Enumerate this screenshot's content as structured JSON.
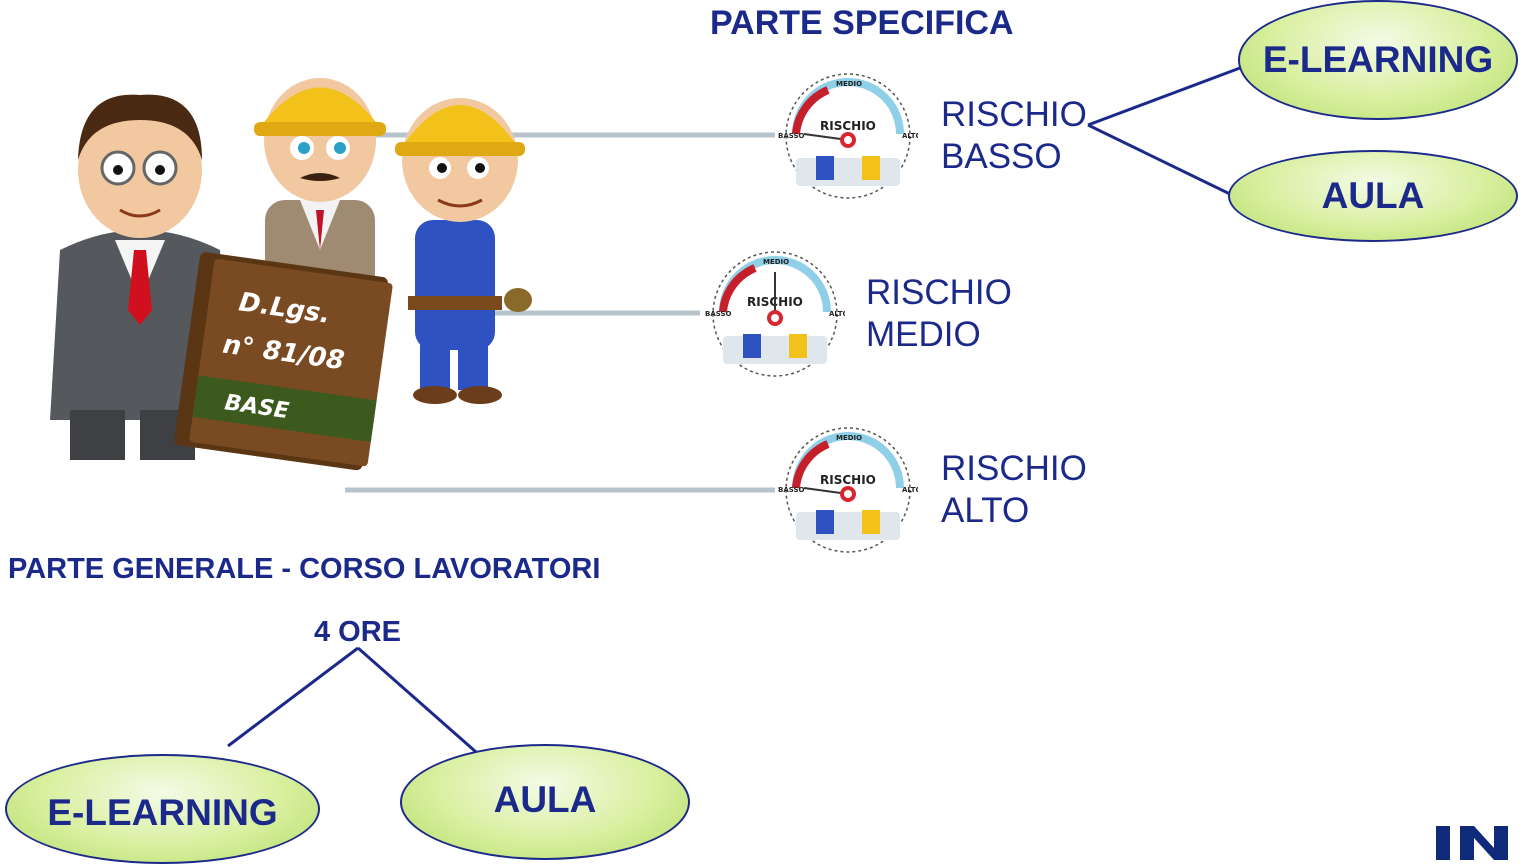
{
  "parte_specifica": {
    "title": "PARTE SPECIFICA",
    "risk_levels": [
      {
        "line1": "RISCHIO",
        "line2": "BASSO"
      },
      {
        "line1": "RISCHIO",
        "line2": "MEDIO"
      },
      {
        "line1": "RISCHIO",
        "line2": "ALTO"
      }
    ],
    "modes": {
      "elearning": "E-LEARNING",
      "aula": "AULA"
    }
  },
  "gauge": {
    "title": "RISCHIO",
    "low": "BASSO",
    "mid": "MEDIO",
    "high": "ALTO"
  },
  "book": {
    "line1": "D.Lgs.",
    "line2": "n° 81/08",
    "line3": "BASE"
  },
  "parte_generale": {
    "title": "PARTE GENERALE - CORSO LAVORATORI",
    "hours": "4 ORE",
    "modes": {
      "elearning": "E-LEARNING",
      "aula": "AULA"
    }
  },
  "logo": {
    "text": "IN"
  },
  "colors": {
    "text": "#1b2a8a",
    "oval_fill": "#d8ef9e",
    "connector": "#b7c3cb",
    "hard_hat": "#f3c21a"
  }
}
